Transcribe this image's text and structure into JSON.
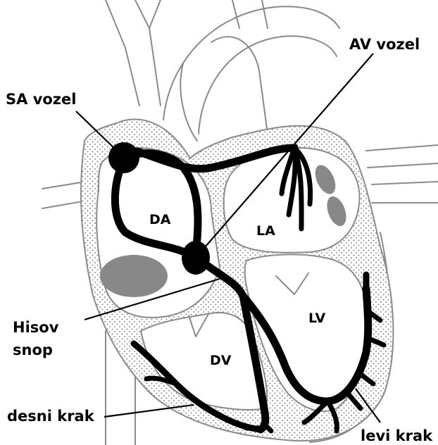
{
  "labels": {
    "sa_node": "SA vozel",
    "av_node": "AV vozel",
    "his_line1": "Hisov",
    "his_line2": "snop",
    "right_bundle": "desni krak",
    "left_bundle": "levi krak",
    "right_atrium": "DA",
    "left_atrium": "LA",
    "right_ventricle": "DV",
    "left_ventricle": "LV"
  },
  "colors": {
    "conduction": "#000000",
    "outline": "#8a8a8a",
    "vessel_fill": "#888888",
    "wall_dots": "#6e6e6e"
  }
}
